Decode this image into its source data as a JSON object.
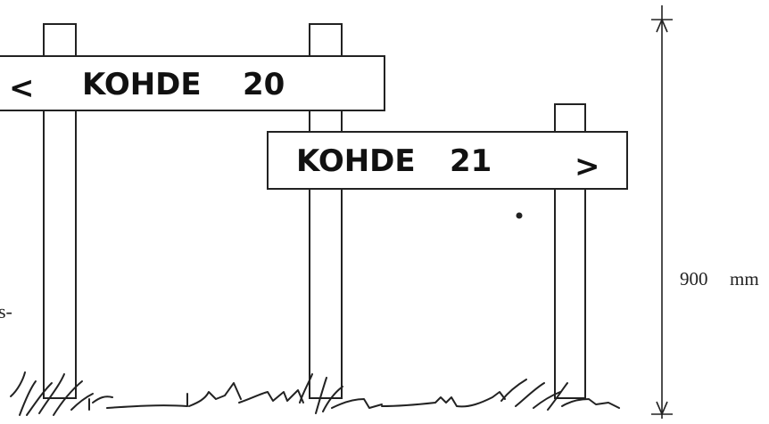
{
  "signs": [
    {
      "label": "KOHDE",
      "number": "20",
      "arrow": "<"
    },
    {
      "label": "KOHDE",
      "number": "21",
      "arrow": ">"
    }
  ],
  "dimension": {
    "value": "900",
    "unit": "mm"
  },
  "edge_fragment": "s-",
  "colors": {
    "ink": "#222222",
    "background": "#ffffff"
  }
}
